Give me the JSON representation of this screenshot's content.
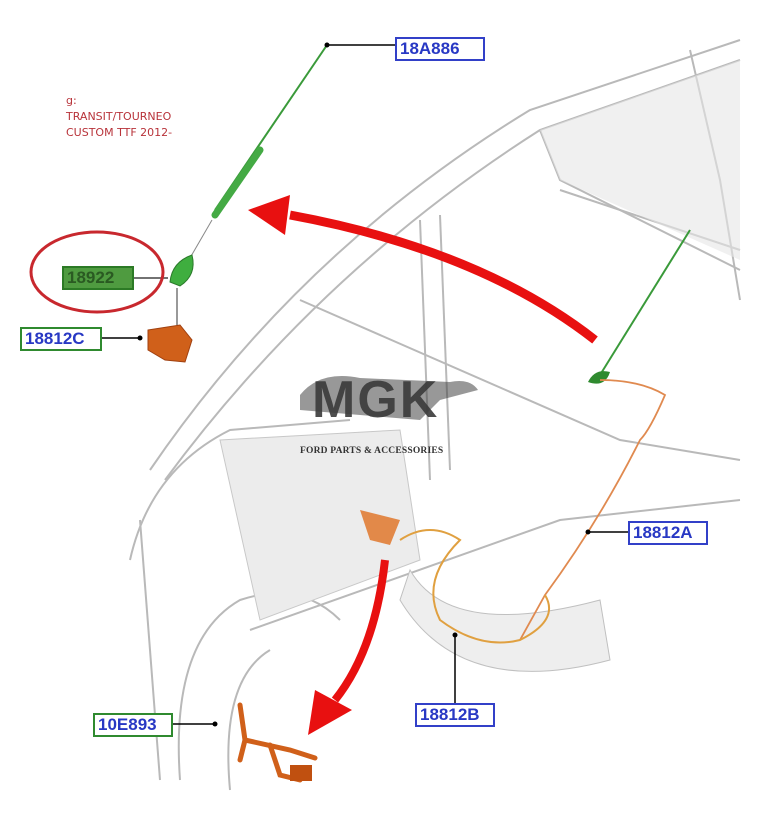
{
  "note": {
    "line1": "g:",
    "line2": "TRANSIT/TOURNEO",
    "line3": "CUSTOM TTF 2012-"
  },
  "callouts": {
    "antenna_mast": "18A886",
    "antenna_base": "18922",
    "connector_c": "18812C",
    "cable_a": "18812A",
    "cable_b": "18812B",
    "harness": "10E893"
  },
  "watermark": {
    "brand": "MGK",
    "tagline": "FORD PARTS & ACCESSORIES"
  },
  "colors": {
    "highlight": "#e01010",
    "callout_blue": "#3240c8",
    "callout_green": "#2f8a2f",
    "part_green": "#4caf50",
    "part_orange": "#d0601a"
  }
}
